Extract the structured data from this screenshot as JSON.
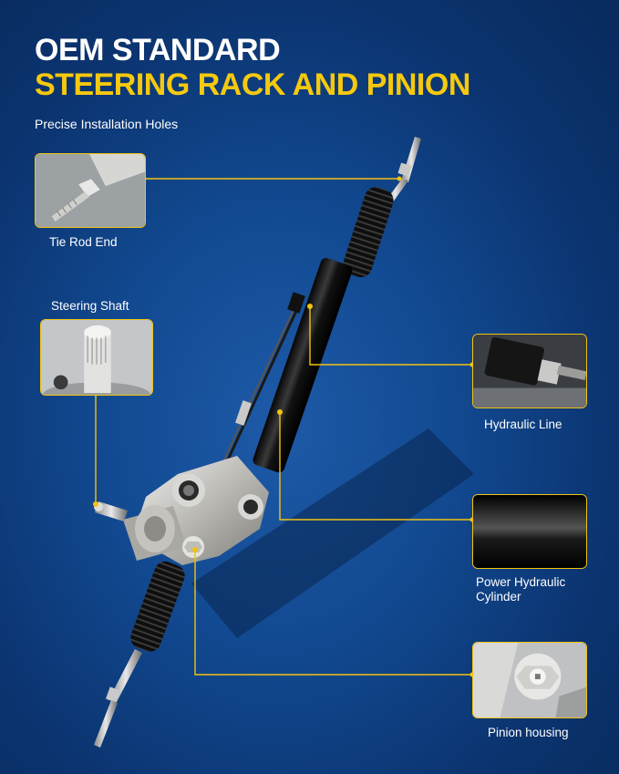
{
  "header": {
    "line1": "OEM STANDARD",
    "line2": "STEERING RACK AND PINION",
    "subtitle": "Precise Installation Holes"
  },
  "callouts": {
    "tie_rod": "Tie Rod End",
    "steering_shaft": "Steering Shaft",
    "hydraulic_line": "Hydraulic Line",
    "cylinder_line1": "Power Hydraulic",
    "cylinder_line2": "Cylinder",
    "pinion": "Pinion housing"
  },
  "colors": {
    "accent": "#f2c30f",
    "headline_yellow": "#f6c90e",
    "background": "#124a92"
  }
}
